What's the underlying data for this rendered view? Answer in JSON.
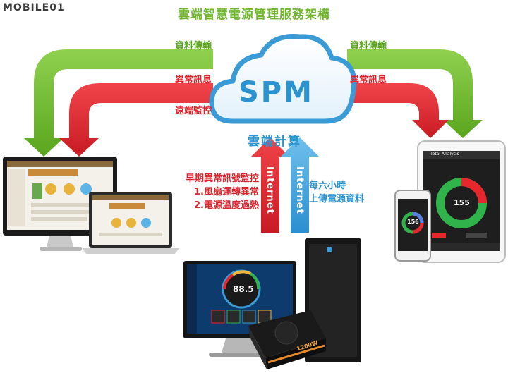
{
  "logo": "MOBILE01",
  "title": "雲端智慧電源管理服務架構",
  "cloud": {
    "name": "SPM",
    "caption": "雲端計算"
  },
  "left_labels": {
    "data_transfer": "資料傳輸",
    "anomaly": "異常訊息",
    "remote": "遠端監控"
  },
  "right_labels": {
    "data_transfer": "資料傳輸",
    "anomaly": "異常訊息"
  },
  "internet_red": "Internet",
  "internet_blue": "Internet",
  "early_warning": {
    "line1": "早期異常訊號監控",
    "line2": "1.風扇運轉異常",
    "line3": "2.電源溫度過熱"
  },
  "upload": {
    "line1": "每六小時",
    "line2": "上傳電源資料"
  },
  "devices": {
    "gauge_value": "88.5",
    "psu_label": "1200W",
    "phone_value": "156",
    "tablet_value": "155",
    "tablet_header": "Total Analysis"
  },
  "colors": {
    "green": "#7ac143",
    "red": "#e8262e",
    "blue": "#3a9bd6",
    "title": "#6fb52e"
  }
}
